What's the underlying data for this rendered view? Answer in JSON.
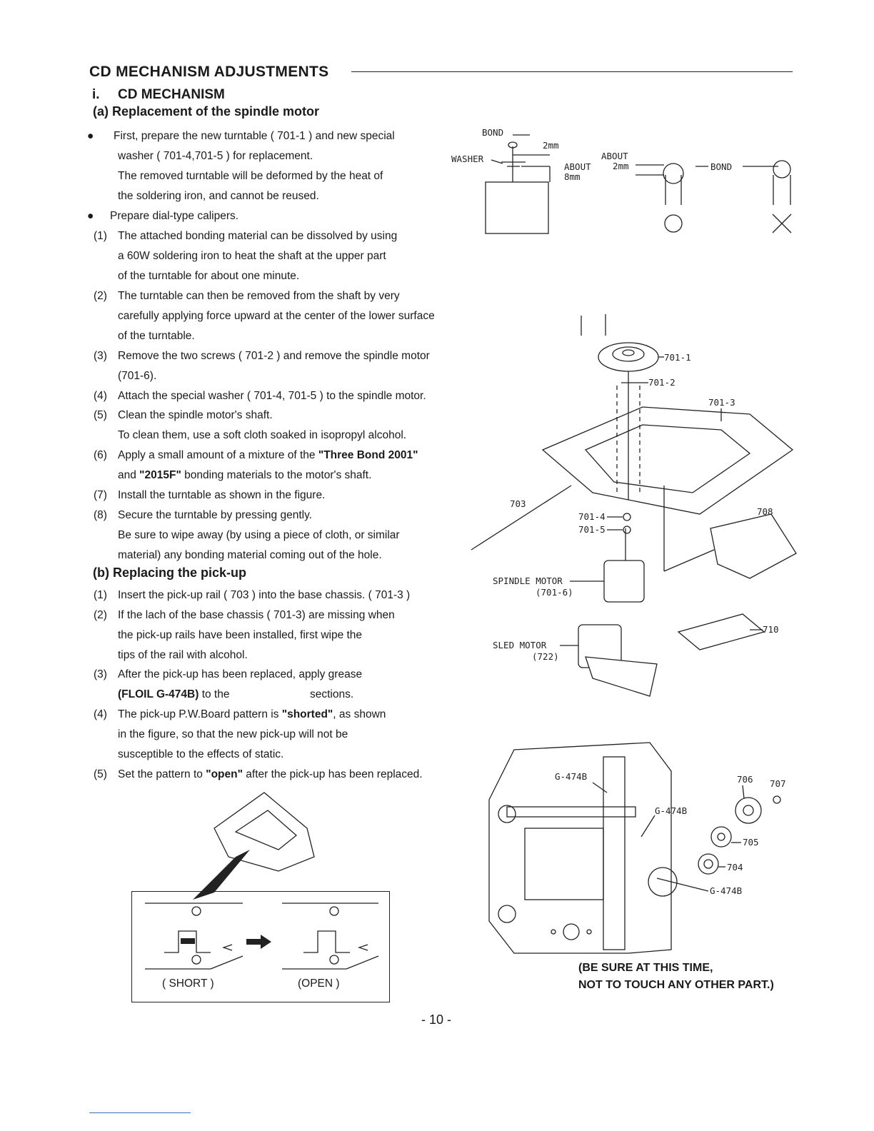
{
  "title": "CD MECHANISM ADJUSTMENTS",
  "section": {
    "number": "i.",
    "title": "CD MECHANISM"
  },
  "part_a": {
    "heading": "(a) Replacement of the spindle motor",
    "bullet1": [
      "First, prepare the new turntable ( 701-1 ) and new special",
      "washer ( 701-4,701-5 ) for replacement.",
      "The removed turntable will be deformed by the heat of",
      "the soldering iron, and cannot be reused."
    ],
    "bullet2": "Prepare dial-type calipers.",
    "steps": [
      {
        "n": "(1)",
        "lines": [
          "The attached bonding material can be dissolved by using",
          "a 60W soldering iron to heat the shaft at the upper part",
          "of the turntable for about one minute."
        ]
      },
      {
        "n": "(2)",
        "lines": [
          "The turntable can then be removed from the shaft by very",
          "carefully applying force upward at the center of the lower surface",
          "of the turntable."
        ]
      },
      {
        "n": "(3)",
        "lines": [
          "Remove the two screws ( 701-2 ) and remove the spindle motor",
          "(701-6)."
        ]
      },
      {
        "n": "(4)",
        "lines": [
          "Attach the special washer ( 701-4, 701-5 ) to the spindle motor."
        ]
      },
      {
        "n": "(5)",
        "lines": [
          "Clean the spindle motor's shaft.",
          "To clean them, use a soft cloth soaked in isopropyl alcohol."
        ]
      },
      {
        "n": "(6)",
        "pre": "Apply a small amount of a mixture of the ",
        "bold": "\"Three Bond 2001\"",
        "line2_pre": "and ",
        "line2_bold": "\"2015F\"",
        "line2_post": " bonding materials to the motor's shaft."
      },
      {
        "n": "(7)",
        "lines": [
          "Install the turntable as shown in the figure."
        ]
      },
      {
        "n": "(8)",
        "lines": [
          "Secure the turntable by pressing gently.",
          "Be sure to wipe away (by using a piece of cloth, or similar",
          "material) any bonding material coming out of the hole."
        ]
      }
    ]
  },
  "part_b": {
    "heading": "(b) Replacing the pick-up",
    "steps": [
      {
        "n": "(1)",
        "lines": [
          "Insert the pick-up rail ( 703 ) into the base chassis. ( 701-3 )"
        ]
      },
      {
        "n": "(2)",
        "lines": [
          "If  the lach of the base chassis ( 701-3) are missing when",
          "the pick-up rails have been installed, first wipe the",
          "tips of  the rail with alcohol."
        ]
      },
      {
        "n": "(3)",
        "line1": "After the pick-up has been replaced, apply grease",
        "bold": "(FLOIL G-474B)",
        "post": " to the",
        "post2": "sections."
      },
      {
        "n": "(4)",
        "pre": "The pick-up P.W.Board pattern is ",
        "bold": "\"shorted\"",
        "post": ", as shown",
        "lines": [
          "in the figure, so that the new pick-up will not be",
          "susceptible to the effects of static."
        ]
      },
      {
        "n": "(5)",
        "pre": "Set the pattern to ",
        "bold": "\"open\"",
        "post": " after the pick-up has been replaced."
      }
    ]
  },
  "fig_top": {
    "bond": "BOND",
    "washer": "WASHER",
    "d2mm": "2mm",
    "about8": "ABOUT",
    "mm8": "8mm",
    "about2": "ABOUT",
    "mm2": "2mm",
    "bond2": "BOND"
  },
  "fig_exploded": {
    "p7011": "701-1",
    "p7012": "701-2",
    "p7013": "701-3",
    "p703": "703",
    "p7014": "701-4",
    "p7015": "701-5",
    "p708": "708",
    "spindle": "SPINDLE MOTOR",
    "spindle_no": "(701-6)",
    "sled": "SLED MOTOR",
    "sled_no": "(722)",
    "p710": "710"
  },
  "fig_grease": {
    "g1": "G-474B",
    "g2": "G-474B",
    "g3": "G-474B",
    "p706": "706",
    "p707": "707",
    "p705": "705",
    "p704": "704"
  },
  "fig_pattern": {
    "short": "( SHORT )",
    "open": "(OPEN )"
  },
  "caution": [
    "(BE SURE AT THIS TIME,",
    "NOT TO TOUCH ANY OTHER PART.)"
  ],
  "page_number": "- 10 -"
}
